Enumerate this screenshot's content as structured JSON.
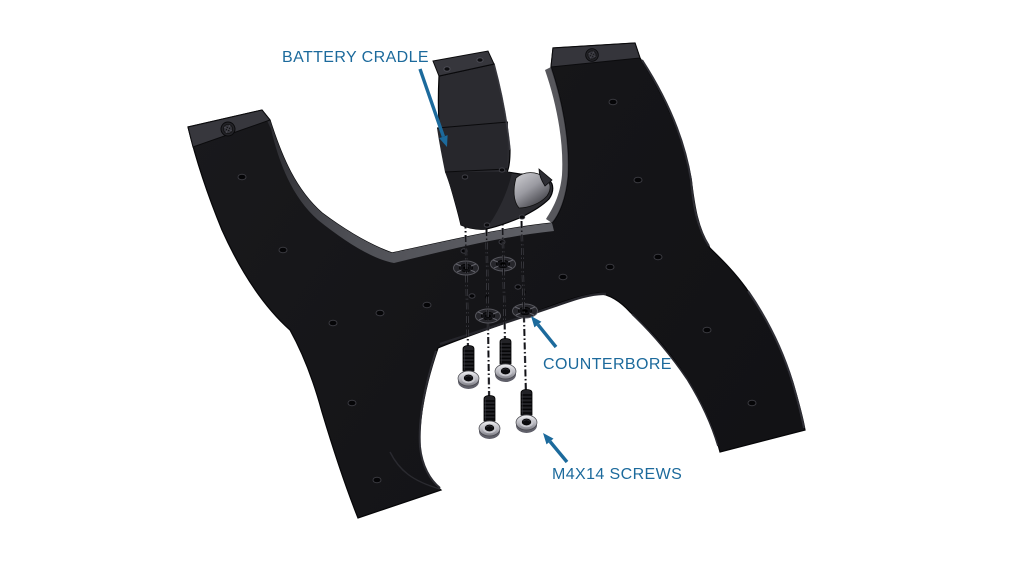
{
  "diagram": {
    "background_color": "#ffffff",
    "annotation_color": "#1c6a9c",
    "annotations": {
      "battery_cradle": "BATTERY CRADLE",
      "counterbore": "COUNTERBORE",
      "screws": "M4X14 SCREWS"
    },
    "visible_counts": {
      "screws": 4,
      "counterbores": 4,
      "cradle_top_holes": 2,
      "cradle_mount_holes": 4,
      "base_tip_fasteners": 2
    },
    "part_colors": {
      "base_plate": "#161619",
      "bevel_highlight": "#55565c",
      "screw_head_silver": "#d9d9de",
      "saddle_gray": "#c2c2c8"
    }
  }
}
